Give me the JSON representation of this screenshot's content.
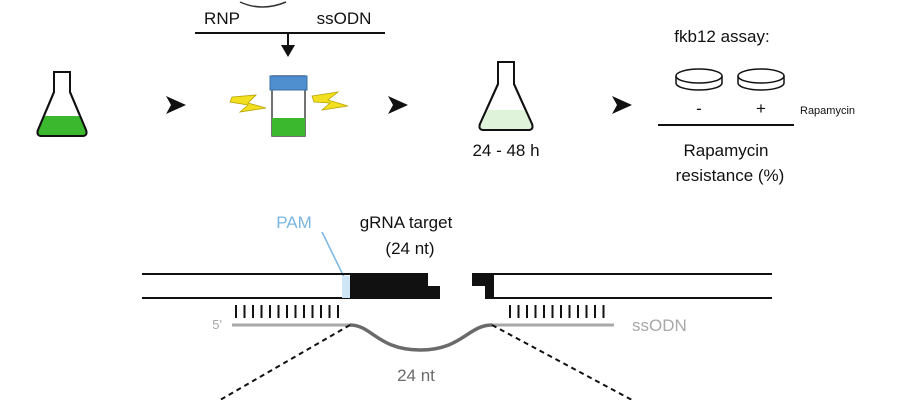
{
  "workflow": {
    "rnp_label": "RNP",
    "ssodn_label": "ssODN",
    "incubation_label": "24 - 48 h",
    "assay_title": "fkb12 assay:",
    "minus_label": "-",
    "plus_label": "+",
    "drug_label": "Rapamycin",
    "readout_line1": "Rapamycin",
    "readout_line2": "resistance (%)"
  },
  "locus": {
    "pam_label": "PAM",
    "target_line1": "gRNA target",
    "target_line2": "(24 nt)",
    "five_prime_label": "5'",
    "ssodn_label": "ssODN",
    "deletion_label": "24 nt"
  },
  "colors": {
    "culture_green": "#3cb82e",
    "electrode_blue": "#4f8fd0",
    "spark_yellow": "#f2df1f",
    "pam_blue": "#8fc3e8",
    "ssodn_gray": "#a8a8a8",
    "loop_gray": "#6a6a6a",
    "ink": "#111111"
  }
}
